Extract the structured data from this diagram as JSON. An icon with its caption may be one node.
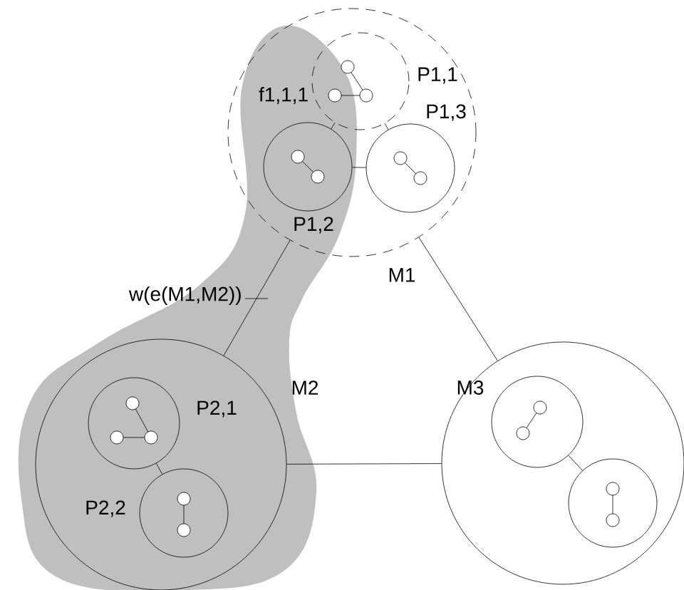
{
  "diagram": {
    "nodes": [
      {
        "text": [],
        "shape": "circle",
        "beside": [
          "M1"
        ]
      },
      {
        "text": [],
        "shape": "circle",
        "beside": [
          "P1,1"
        ],
        "in": 0
      },
      {
        "text": [],
        "shape": "circle",
        "beside": [
          "P1,2"
        ],
        "in": 0
      },
      {
        "text": [],
        "shape": "circle",
        "beside": [
          "P1,3"
        ],
        "in": 0
      },
      {
        "text": [],
        "shape": "circle",
        "beside": [
          "M2"
        ]
      },
      {
        "text": [],
        "shape": "circle",
        "beside": [
          "P2,1"
        ],
        "in": 4
      },
      {
        "text": [],
        "shape": "circle",
        "beside": [
          "P2,2"
        ],
        "in": 4
      },
      {
        "text": [],
        "shape": "circle",
        "beside": [
          "M3"
        ]
      },
      {
        "text": [],
        "shape": "circle",
        "in": 7
      },
      {
        "text": [],
        "shape": "circle",
        "in": 7
      }
    ],
    "edges": [
      {
        "from": 1,
        "to": 2,
        "arrow": "none"
      },
      {
        "from": 1,
        "to": 3,
        "arrow": "none"
      },
      {
        "from": 2,
        "to": 3,
        "arrow": "none"
      },
      {
        "from": 0,
        "to": 4,
        "arrow": "none",
        "label": "w(e(M1,M2))"
      },
      {
        "from": 0,
        "to": 7,
        "arrow": "none"
      },
      {
        "from": 4,
        "to": 7,
        "arrow": "none"
      },
      {
        "from": 5,
        "to": 6,
        "arrow": "none"
      },
      {
        "from": 8,
        "to": 9,
        "arrow": "none"
      }
    ],
    "labels": [
      "f1,1,1"
    ]
  }
}
